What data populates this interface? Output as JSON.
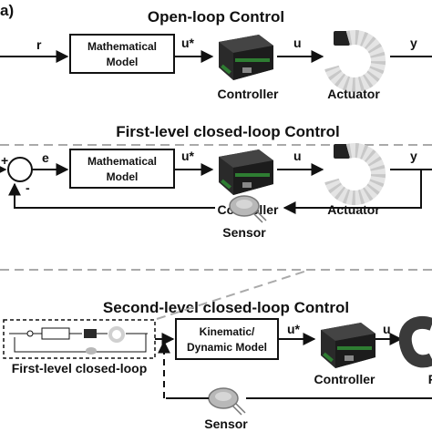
{
  "panel_label": "a)",
  "section1": {
    "title": "Open-loop Control",
    "signal_r": "r",
    "box_line1": "Mathematical",
    "box_line2": "Model",
    "signal_ustar": "u*",
    "signal_u": "u",
    "signal_y": "y",
    "controller_label": "Controller",
    "actuator_label": "Actuator"
  },
  "section2": {
    "title": "First-level closed-loop Control",
    "sum_plus": "+",
    "sum_minus": "-",
    "signal_e": "e",
    "box_line1": "Mathematical",
    "box_line2": "Model",
    "signal_ustar": "u*",
    "signal_u": "u",
    "signal_y": "y",
    "controller_label": "Controller",
    "actuator_label": "Actuator",
    "sensor_label": "Sensor"
  },
  "section3": {
    "title": "Second-level closed-loop Control",
    "inner_label": "First-level closed-loop",
    "box_line1": "Kinematic/",
    "box_line2": "Dynamic Model",
    "signal_ustar": "u*",
    "signal_u": "u",
    "controller_label": "Controller",
    "cut_label": "F",
    "sensor_label": "Sensor"
  },
  "colors": {
    "line": "#111111",
    "dashed": "#aaaaaa",
    "board": "#2a2a2a",
    "board_terminal": "#2e7d32",
    "actuator": "#e4e4e4",
    "sensor": "#b8b8b8"
  }
}
